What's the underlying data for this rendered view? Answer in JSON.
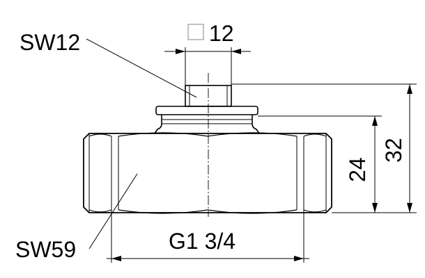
{
  "labels": {
    "sw12": "SW12",
    "sw59": "SW59",
    "square_dim": "12",
    "height_24": "24",
    "height_32": "32",
    "thread": "G1 3/4"
  },
  "colors": {
    "line": "#000000",
    "background": "#ffffff"
  },
  "icons": {
    "square_symbol": "square-icon"
  }
}
